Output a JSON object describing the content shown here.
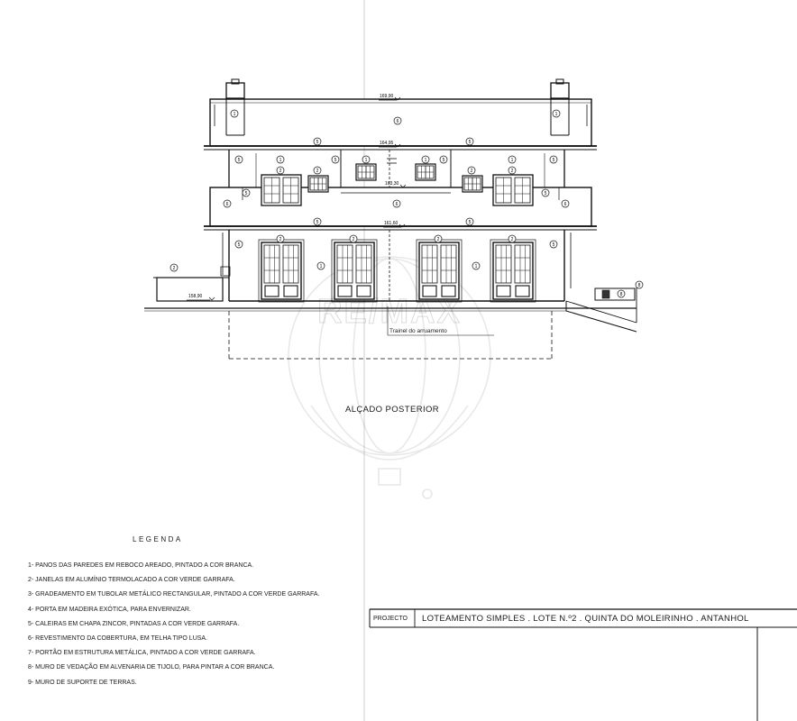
{
  "drawing": {
    "title": "ALÇADO POSTERIOR",
    "ground_label": "Trainel do arruamento",
    "levels": [
      "169,90",
      "164,95",
      "163,30",
      "161,60",
      "158,90"
    ],
    "callouts": {
      "walls": "1",
      "windows": "2",
      "gutters": "5",
      "roof": "6",
      "fence": "8"
    },
    "watermark": "RE/MAX"
  },
  "legend": {
    "title": "LEGENDA",
    "items": [
      "1- PANOS DAS PAREDES EM REBOCO AREADO, PINTADO A COR BRANCA.",
      "2- JANELAS  EM ALUMÍNIO TERMOLACADO A COR VERDE GARRAFA.",
      "3- GRADEAMENTO EM TUBOLAR METÁLICO RECTANGULAR, PINTADO A COR VERDE GARRAFA.",
      "4- PORTA EM MADEIRA EXÓTICA, PARA ENVERNIZAR.",
      "5- CALEIRAS EM CHAPA ZINCOR, PINTADAS A COR VERDE GARRAFA.",
      "6- REVESTIMENTO DA COBERTURA, EM TELHA TIPO LUSA.",
      "7- PORTÃO EM ESTRUTURA METÁLICA, PINTADO A COR VERDE GARRAFA.",
      "8- MURO DE VEDAÇÃO EM ALVENARIA DE TIJOLO, PARA PINTAR A COR BRANCA.",
      "9- MURO DE SUPORTE DE TERRAS."
    ]
  },
  "title_block": {
    "label": "PROJECTO",
    "value": "LOTEAMENTO SIMPLES  .  LOTE N.º2  .  QUINTA DO MOLEIRINHO  .  ANTANHOL"
  }
}
